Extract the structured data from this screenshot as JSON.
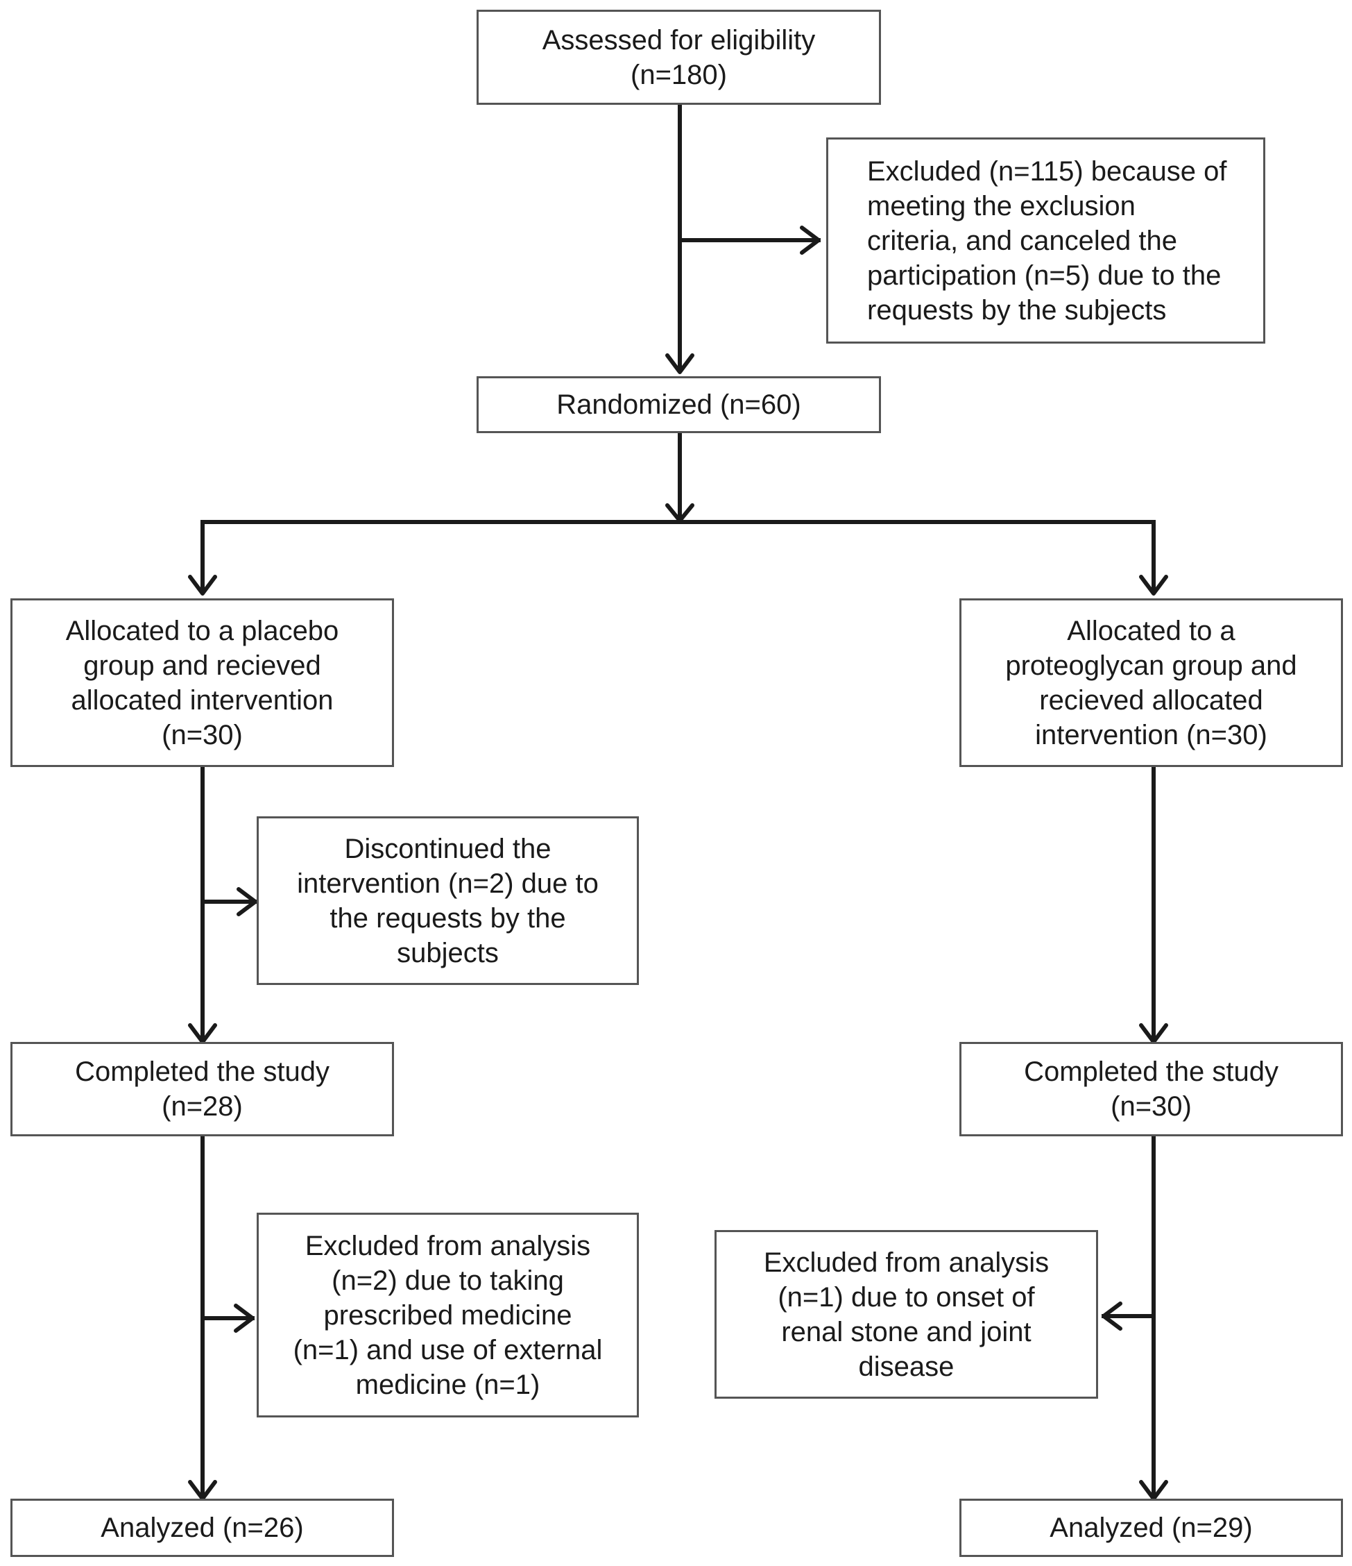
{
  "boxes": {
    "assessed": {
      "lines": [
        "Assessed for eligibility",
        "(n=180)"
      ]
    },
    "excluded_top": {
      "lines": [
        "Excluded (n=115) because of",
        "meeting the exclusion",
        "criteria, and canceled the",
        "participation (n=5) due to the",
        "requests by the subjects"
      ]
    },
    "randomized": {
      "lines": [
        "Randomized (n=60)"
      ]
    },
    "placebo": {
      "lines": [
        "Allocated to a placebo",
        "group and recieved",
        "allocated intervention",
        "(n=30)"
      ]
    },
    "proteoglycan": {
      "lines": [
        "Allocated to a",
        "proteoglycan group and",
        "recieved allocated",
        "intervention (n=30)"
      ]
    },
    "discontinued": {
      "lines": [
        "Discontinued the",
        "intervention (n=2) due to",
        "the requests by the",
        "subjects"
      ]
    },
    "completed_left": {
      "lines": [
        "Completed the study",
        "(n=28)"
      ]
    },
    "completed_right": {
      "lines": [
        "Completed the study",
        "(n=30)"
      ]
    },
    "excluded_left": {
      "lines": [
        "Excluded from analysis",
        "(n=2) due to taking",
        "prescribed medicine",
        "(n=1) and use of external",
        "medicine (n=1)"
      ]
    },
    "excluded_right": {
      "lines": [
        "Excluded from analysis",
        "(n=1) due to onset of",
        "renal stone and joint",
        "disease"
      ]
    },
    "analyzed_left": {
      "lines": [
        "Analyzed (n=26)"
      ]
    },
    "analyzed_right": {
      "lines": [
        "Analyzed (n=29)"
      ]
    }
  },
  "colors": {
    "line": "#1a1a1a",
    "border": "#555555",
    "text": "#1a1a1a"
  }
}
